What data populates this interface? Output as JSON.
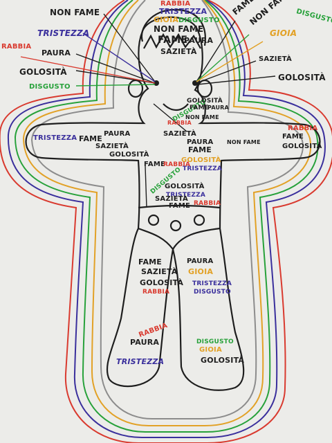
{
  "colors": {
    "black": "#1e1e1e",
    "red": "#d93a2f",
    "purple": "#3a2f9c",
    "green": "#27a13a",
    "orange": "#e2a126",
    "gray": "#8c8c8c"
  },
  "labels": {
    "non_fame_top": "NON FAME",
    "rabbia_top": "RABBIA",
    "tristezza_top": "TRISTEZZA",
    "gioia_top": "GIOIA",
    "disgusto_top": "DISGUSTO",
    "non_fame_head": "NON FAME",
    "fame_head": "FAME",
    "paura_head": "PAURA",
    "sazieta_head": "SAZIETÀ",
    "tristezza_left": "TRISTEZZA",
    "rabbia_left": "RABBIA",
    "paura_left": "PAURA",
    "golosita_left": "GOLOSITÀ",
    "disgusto_left": "DISGUSTO",
    "fame_right_top": "FAME",
    "non_fame_right": "NON FAME",
    "disgusto_right": "DISGUSTO",
    "gioia_right": "GIOIA",
    "sazieta_right": "SAZIETÀ",
    "golosita_right": "GOLOSITÀ",
    "mouth_disgusto": "DISGUSTO",
    "mouth_golosita": "GOLOSITÀ",
    "mouth_fame": "FAME",
    "mouth_paura": "PAURA",
    "mouth_rabbia": "RABBIA",
    "mouth_non_fame": "NON FAME",
    "arm_tristezza": "TRISTEZZA",
    "arm_fame": "FAME",
    "arm_paura": "PAURA",
    "arm_sazieta": "SAZIETÀ",
    "arm_golosita": "GOLOSITÀ",
    "arm_right_rabbia": "RABBIA",
    "arm_right_fame": "FAME",
    "arm_right_golosita": "GOLOSITÀ",
    "arm_right_non_fame": "NON FAME",
    "chest_sazieta": "SAZIETÀ",
    "chest_paura": "PAURA",
    "chest_fame": "FAME",
    "chest_golosita": "GOLOSITÀ",
    "chest_tristezza": "TRISTEZZA",
    "belly_disgusto": "DISGUSTO",
    "belly_golosita": "GOLOSITÀ",
    "belly_tristezza": "TRISTEZZA",
    "belly_sazieta": "SAZIETÀ",
    "belly_fame": "FAME",
    "belly_rabbia": "RABBIA",
    "leg_fame": "FAME",
    "leg_sazieta": "SAZIETÀ",
    "leg_golosita": "GOLOSITÀ",
    "leg_rabbia": "RABBIA",
    "leg_paura": "PAURA",
    "leg_gioia": "GIOIA",
    "leg_tristezza": "TRISTEZZA",
    "leg_disgusto": "DISGUSTO",
    "foot_rabbia": "RABBIA",
    "foot_paura": "PAURA",
    "foot_tristezza": "TRISTEZZA",
    "foot_disgusto": "DISGUSTO",
    "foot_gioia": "GIOIA",
    "foot_golosita": "GOLOSITÀ",
    "edge_rabbia": "RABBIA"
  }
}
